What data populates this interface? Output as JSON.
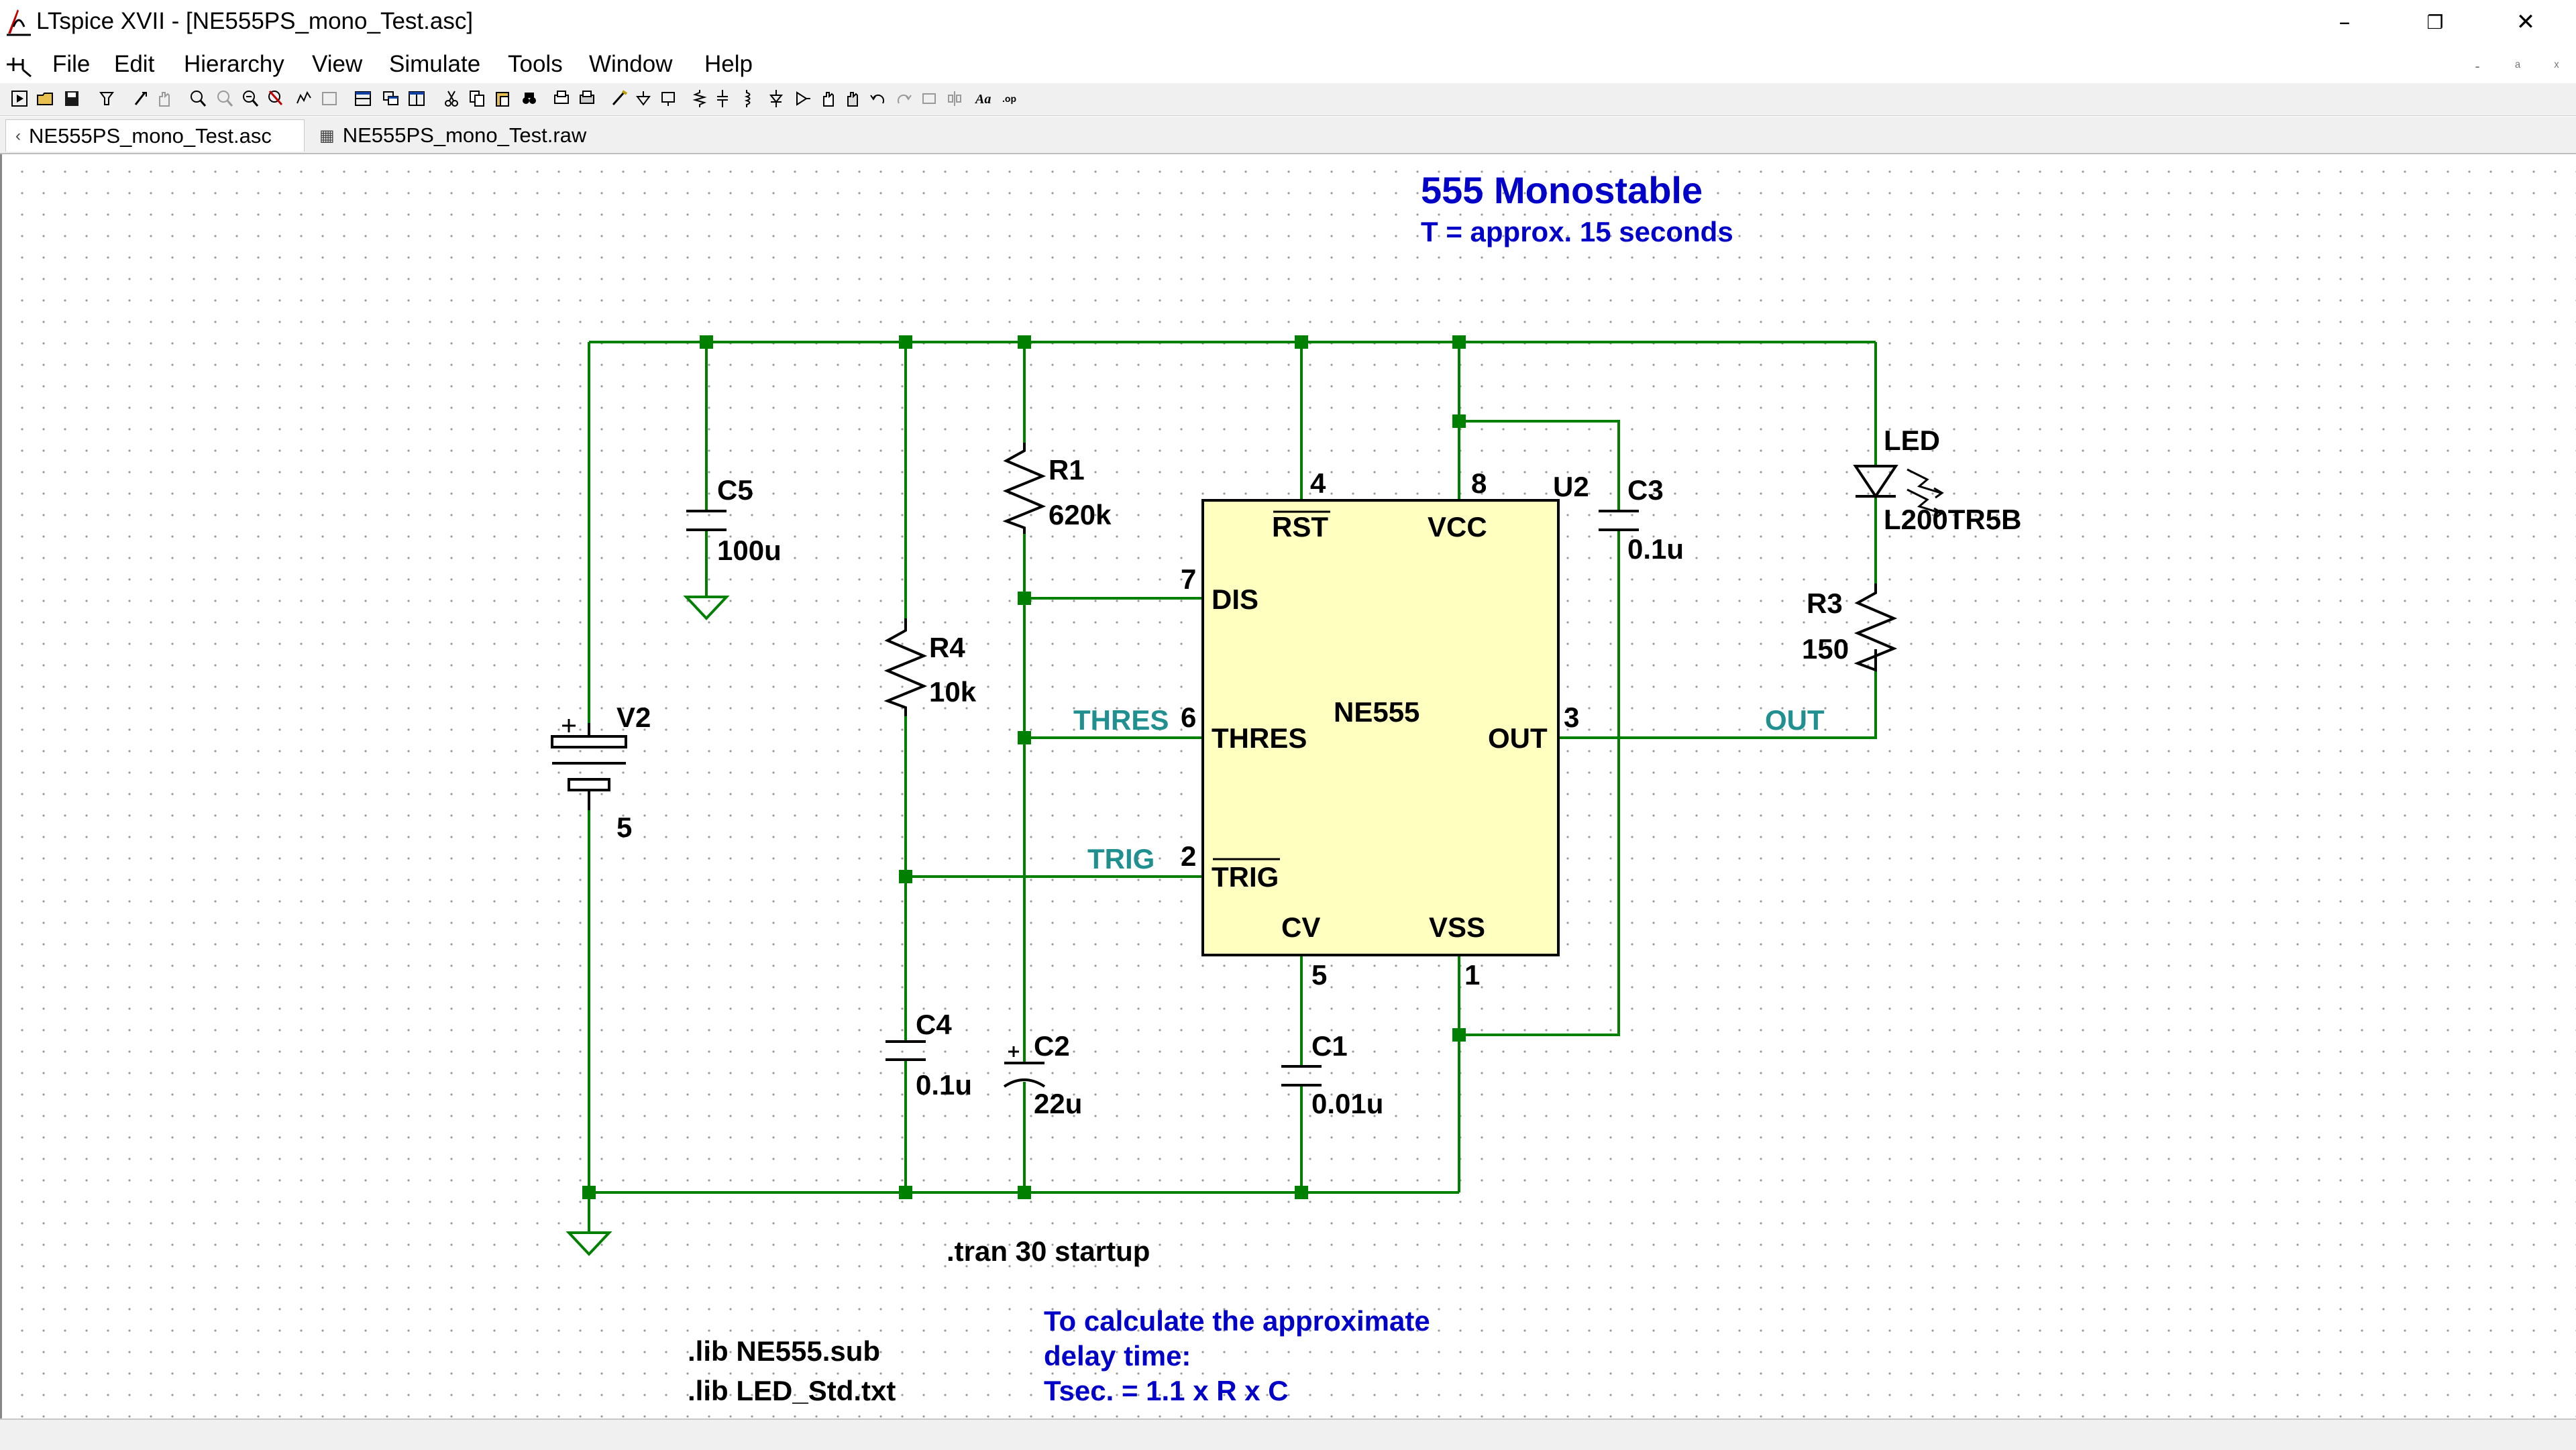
{
  "window": {
    "title": "LTspice XVII - [NE555PS_mono_Test.asc]",
    "minimize_glyph": "–",
    "restore_glyph": "❐",
    "close_glyph": "✕"
  },
  "menu": {
    "items": [
      "File",
      "Edit",
      "Hierarchy",
      "View",
      "Simulate",
      "Tools",
      "Window",
      "Help"
    ],
    "mdi_minimize": "-",
    "mdi_restore": "ᵃ",
    "mdi_close": "ˣ"
  },
  "tabs": [
    {
      "label": "NE555PS_mono_Test.asc",
      "icon": "schematic-icon",
      "glyph": "‹"
    },
    {
      "label": "NE555PS_mono_Test.raw",
      "icon": "waveform-icon",
      "glyph": "▦"
    }
  ],
  "schematic": {
    "heading": "555 Monostable",
    "subheading": "T = approx. 15 seconds",
    "ic": {
      "ref": "U2",
      "part": "NE555",
      "pins": {
        "rst": "RST",
        "rst_num": "4",
        "vcc": "VCC",
        "vcc_num": "8",
        "dis": "DIS",
        "dis_num": "7",
        "thres": "THRES",
        "thres_num": "6",
        "trig": "TRIG",
        "trig_num": "2",
        "out": "OUT",
        "out_num": "3",
        "cv": "CV",
        "cv_num": "5",
        "vss": "VSS",
        "vss_num": "1"
      }
    },
    "components": {
      "c5": {
        "ref": "C5",
        "value": "100u"
      },
      "r4": {
        "ref": "R4",
        "value": "10k"
      },
      "r1": {
        "ref": "R1",
        "value": "620k"
      },
      "c3": {
        "ref": "C3",
        "value": "0.1u"
      },
      "led": {
        "ref": "LED",
        "value": "L200TR5B"
      },
      "r3": {
        "ref": "R3",
        "value": "150"
      },
      "v2": {
        "ref": "V2",
        "value": "5"
      },
      "c4": {
        "ref": "C4",
        "value": "0.1u"
      },
      "c2": {
        "ref": "C2",
        "value": "22u"
      },
      "c1": {
        "ref": "C1",
        "value": "0.01u"
      }
    },
    "net_labels": {
      "thres": "THRES",
      "trig": "TRIG",
      "out": "OUT"
    },
    "directives": {
      "tran": ".tran 30 startup",
      "lib1": ".lib NE555.sub",
      "lib2": ".lib LED_Std.txt"
    },
    "note": {
      "line1": "To calculate the approximate",
      "line2": "delay time:",
      "line3": "Tsec. = 1.1 x R x C"
    },
    "colors": {
      "wire": "#008000",
      "ic_fill": "#ffffc0",
      "net_label": "#1f8f8f",
      "comment": "#0000c8"
    }
  }
}
